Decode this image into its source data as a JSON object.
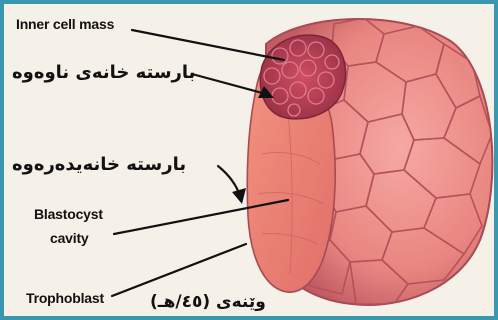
{
  "labels": {
    "inner_cell_mass_en": "Inner cell mass",
    "inner_cell_mass_ku": "بارستە خانەی ناوەوە",
    "trophoblast_ku": "بارستە خانەیدەرەوە",
    "blastocyst_cavity_line1": "Blastocyst",
    "blastocyst_cavity_line2": "cavity",
    "trophoblast_en": "Trophoblast"
  },
  "caption": "وێنەی (٤٥/هـ)",
  "colors": {
    "frame": "#3a98ae",
    "background": "#f6f1e8",
    "cell_fill": "#ee8c86",
    "cell_outline": "#b4525a",
    "cavity_fill": "#ec7e70",
    "inner_cell_mass": "#bf3e52"
  }
}
